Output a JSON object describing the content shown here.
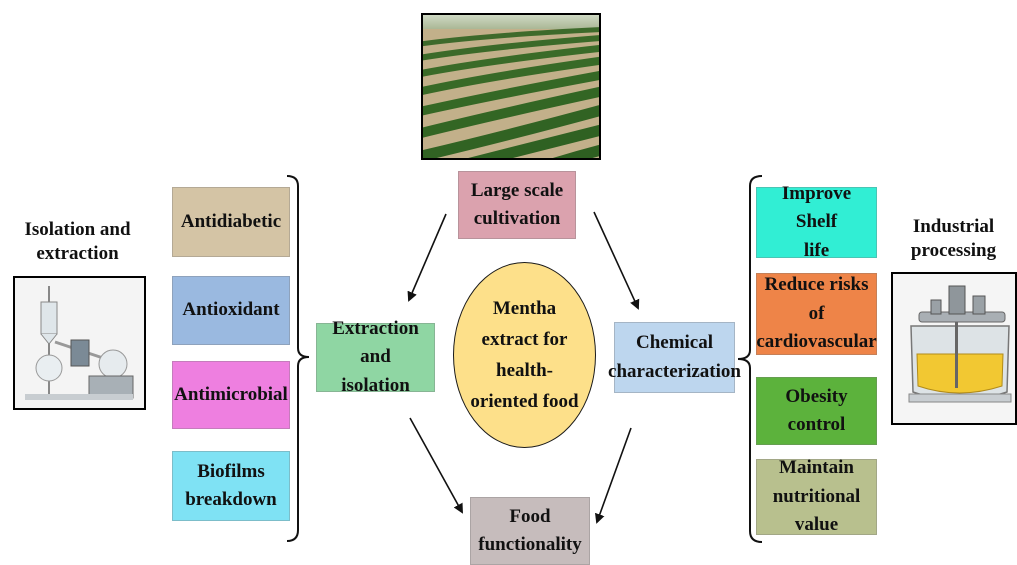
{
  "colors": {
    "cultivation": "#dba2ae",
    "extraction_isolation": "#8fd6a3",
    "chemical": "#bdd6ee",
    "food": "#c6bcbc",
    "center": "#fde08a",
    "antidiabetic": "#d4c4a5",
    "antioxidant": "#9ab9e0",
    "antimicrobial": "#ee7fe0",
    "biofilms": "#7fe2f4",
    "shelf_life": "#31eed4",
    "cardiovascular": "#ee8448",
    "obesity": "#5cb23c",
    "nutritional": "#b8c08e"
  },
  "center": {
    "label": "Mentha\nextract for\nhealth-\noriented food"
  },
  "top": {
    "photo_icon": "field-photo-icon",
    "cultivation": "Large scale\ncultivation"
  },
  "left_hub": "Extraction and\nisolation",
  "right_hub": "Chemical\ncharacterization",
  "bottom_hub": "Food\nfunctionality",
  "left_title": "Isolation and\nextraction",
  "right_title": "Industrial\nprocessing",
  "left_items": [
    "Antidiabetic",
    "Antioxidant",
    "Antimicrobial",
    "Biofilms\nbreakdown"
  ],
  "right_items": [
    "Improve Shelf\nlife",
    "Reduce risks of\ncardiovascular",
    "Obesity control",
    "Maintain\nnutritional value"
  ],
  "icons": {
    "left": "rotary-evaporator-icon",
    "right": "reactor-vessel-icon"
  }
}
